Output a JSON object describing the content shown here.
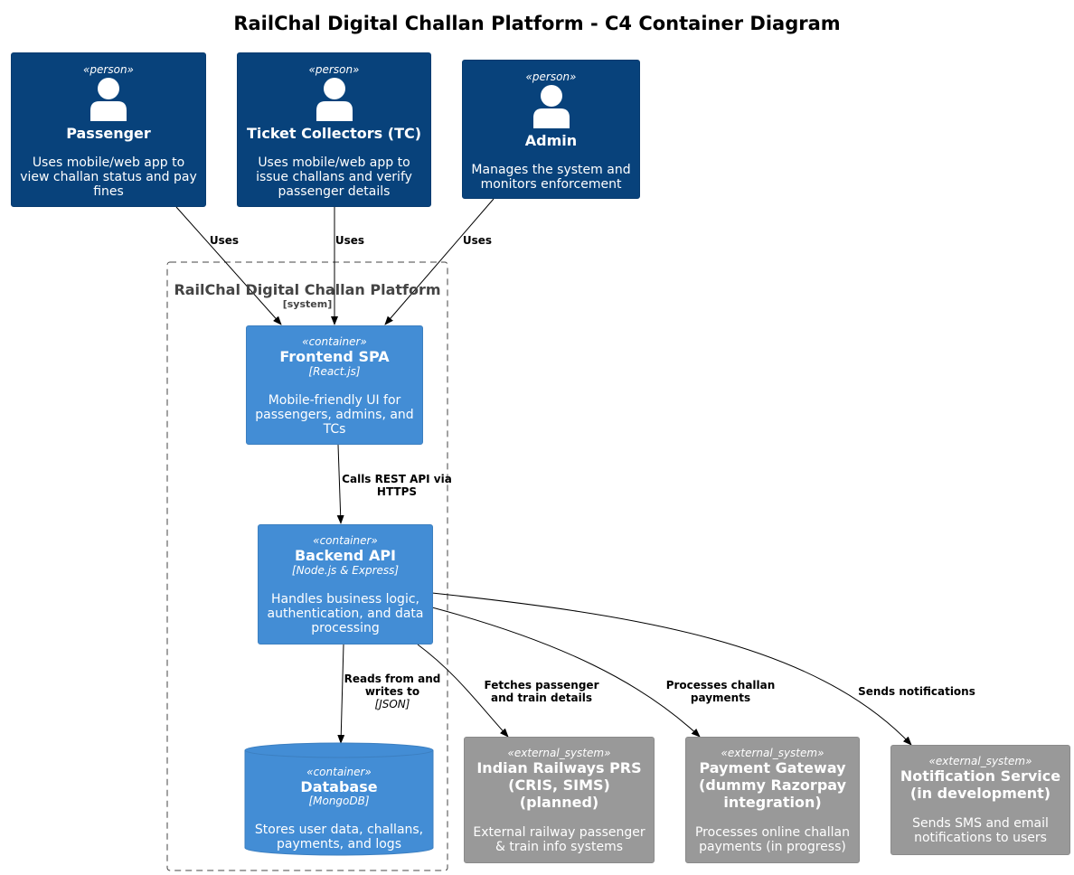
{
  "title": "RailChal Digital Challan Platform - C4 Container Diagram",
  "colors": {
    "person": "#08427b",
    "container": "#438dd5",
    "external": "#999999",
    "boundary_text": "#444444"
  },
  "persons": [
    {
      "id": "passenger",
      "stereotype": "«person»",
      "name": "Passenger",
      "icon": "person-icon",
      "desc": [
        "Uses mobile/web app to",
        "view challan status and pay",
        "fines"
      ]
    },
    {
      "id": "tc",
      "stereotype": "«person»",
      "name": "Ticket Collectors (TC)",
      "icon": "person-icon",
      "desc": [
        "Uses mobile/web app to",
        "issue challans and verify",
        "passenger details"
      ]
    },
    {
      "id": "admin",
      "stereotype": "«person»",
      "name": "Admin",
      "icon": "person-icon",
      "desc": [
        "Manages the system and",
        "monitors enforcement"
      ]
    }
  ],
  "boundary": {
    "name": "RailChal Digital Challan Platform",
    "type": "[system]"
  },
  "containers": {
    "frontend": {
      "stereotype": "«container»",
      "name": "Frontend SPA",
      "tech": "[React.js]",
      "desc": [
        "Mobile-friendly UI for",
        "passengers, admins, and",
        "TCs"
      ]
    },
    "backend": {
      "stereotype": "«container»",
      "name": "Backend API",
      "tech": "[Node.js & Express]",
      "desc": [
        "Handles business logic,",
        "authentication, and data",
        "processing"
      ]
    },
    "database": {
      "stereotype": "«container»",
      "name": "Database",
      "tech": "[MongoDB]",
      "desc": [
        "Stores user data, challans,",
        "payments, and logs"
      ]
    }
  },
  "externals": [
    {
      "id": "prs",
      "stereotype": "«external_system»",
      "name": [
        "Indian Railways PRS",
        "(CRIS, SIMS)",
        "(planned)"
      ],
      "desc": [
        "External railway passenger",
        "& train info systems"
      ]
    },
    {
      "id": "payment",
      "stereotype": "«external_system»",
      "name": [
        "Payment Gateway",
        "(dummy Razorpay",
        "integration)"
      ],
      "desc": [
        "Processes online challan",
        "payments (in progress)"
      ]
    },
    {
      "id": "notify",
      "stereotype": "«external_system»",
      "name": [
        "Notification Service",
        "(in development)"
      ],
      "desc": [
        "Sends SMS and email",
        "notifications to users"
      ]
    }
  ],
  "edges": [
    {
      "id": "passenger-uses",
      "label": [
        "Uses"
      ]
    },
    {
      "id": "tc-uses",
      "label": [
        "Uses"
      ]
    },
    {
      "id": "admin-uses",
      "label": [
        "Uses"
      ]
    },
    {
      "id": "frontend-backend",
      "label": [
        "Calls REST API via",
        "HTTPS"
      ]
    },
    {
      "id": "backend-db",
      "label": [
        "Reads from and",
        "writes to"
      ],
      "tech": "[JSON]"
    },
    {
      "id": "backend-prs",
      "label": [
        "Fetches passenger",
        "and train details"
      ]
    },
    {
      "id": "backend-payment",
      "label": [
        "Processes challan",
        "payments"
      ]
    },
    {
      "id": "backend-notify",
      "label": [
        "Sends notifications"
      ]
    }
  ]
}
